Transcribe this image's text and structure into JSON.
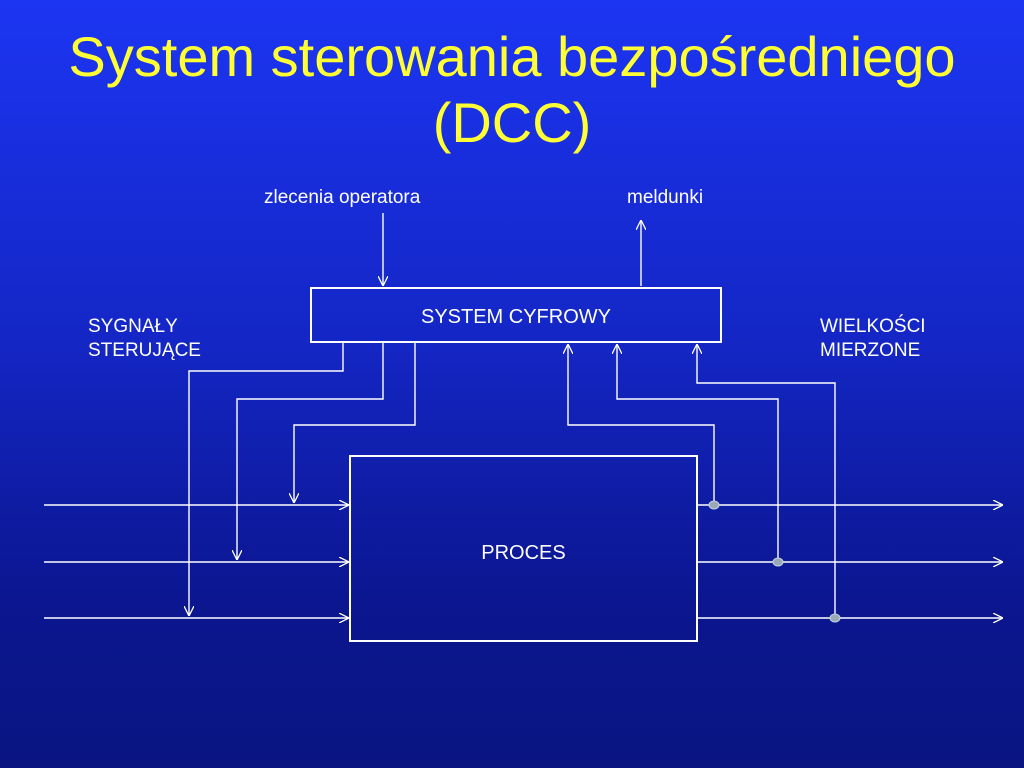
{
  "title": {
    "line1": "System sterowania bezpośredniego",
    "line2": "(DCC)"
  },
  "labels": {
    "operator_orders": "zlecenia operatora",
    "reports": "meldunki",
    "control_signals_line1": "SYGNAŁY",
    "control_signals_line2": "STERUJĄCE",
    "measured_quantities_line1": "WIELKOŚCI",
    "measured_quantities_line2": "MIERZONE"
  },
  "blocks": {
    "digital_system": "SYSTEM CYFROWY",
    "process": "PROCES"
  },
  "colors": {
    "title": "#ffff33",
    "lines": "#ffffff",
    "junction": "#9aa9b8"
  }
}
